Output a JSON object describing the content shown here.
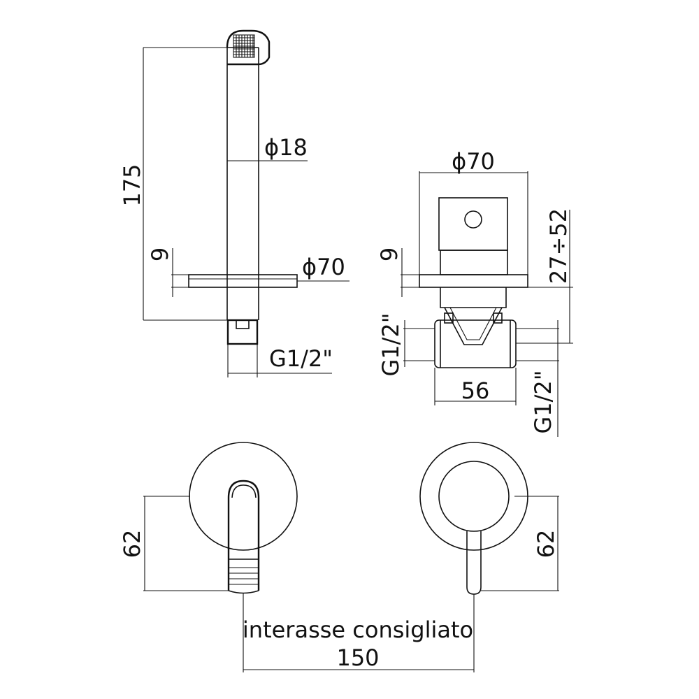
{
  "labels": {
    "spout_height": "175",
    "spout_diameter": "ϕ18",
    "spout_plate_thickness": "9",
    "spout_plate_diameter": "ϕ70",
    "spout_thread": "G1/2\"",
    "mixer_plate_diameter": "ϕ70",
    "mixer_plate_thickness": "9",
    "mixer_depth_range": "27÷52",
    "mixer_inlet_left": "G1/2\"",
    "mixer_body_width": "56",
    "mixer_inlet_right": "G1/2\"",
    "front_spout_height": "62",
    "front_mixer_height": "62",
    "center_distance_caption": "interasse consigliato",
    "center_distance_value": "150"
  }
}
